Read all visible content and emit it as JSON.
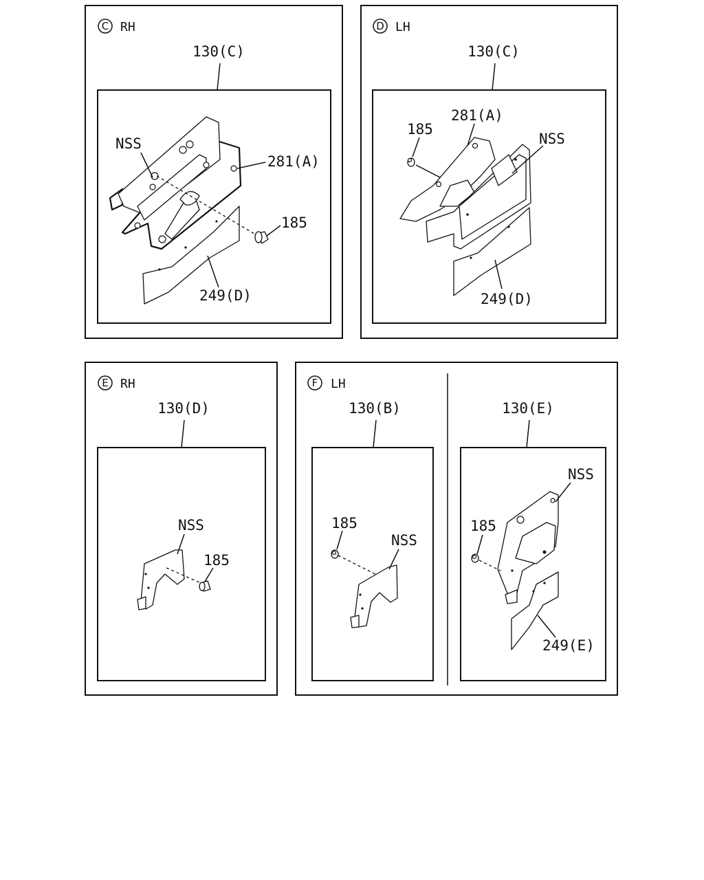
{
  "panels": {
    "c": {
      "letter": "C",
      "side": "RH",
      "ref": "130(C)",
      "labels": {
        "nss": "NSS",
        "bracket": "281(A)",
        "bolt": "185",
        "plate": "249(D)"
      }
    },
    "d": {
      "letter": "D",
      "side": "LH",
      "ref": "130(C)",
      "labels": {
        "bolt": "185",
        "bracket": "281(A)",
        "nss": "NSS",
        "plate": "249(D)"
      }
    },
    "e": {
      "letter": "E",
      "side": "RH",
      "ref": "130(D)",
      "labels": {
        "nss": "NSS",
        "bolt": "185"
      }
    },
    "f": {
      "letter": "F",
      "side": "LH",
      "left": {
        "ref": "130(B)",
        "labels": {
          "bolt": "185",
          "nss": "NSS"
        }
      },
      "right": {
        "ref": "130(E)",
        "labels": {
          "nss": "NSS",
          "bolt": "185",
          "plate": "249(E)"
        }
      }
    }
  }
}
